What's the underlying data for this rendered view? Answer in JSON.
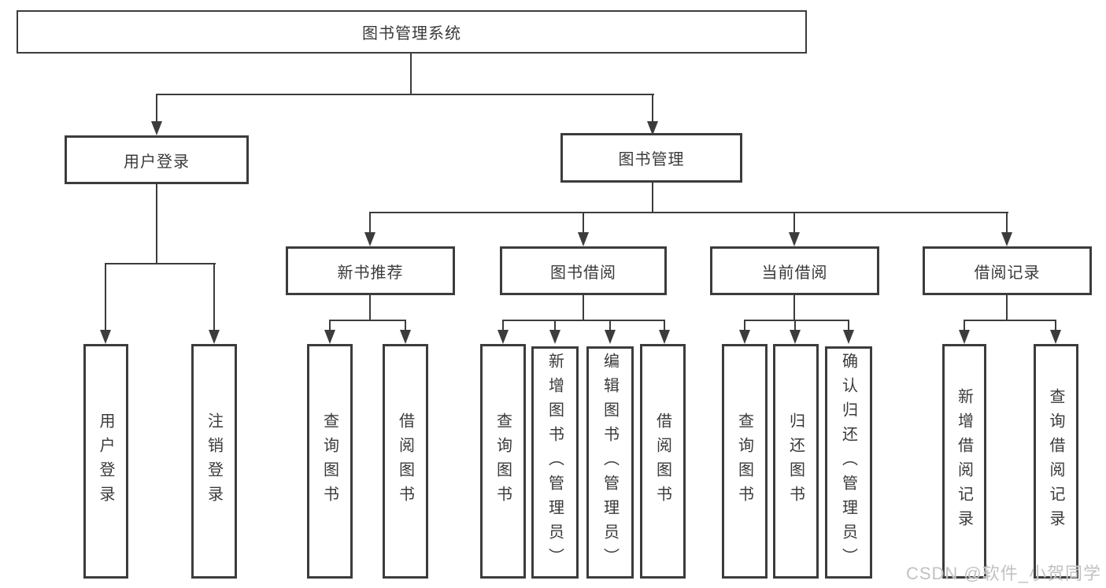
{
  "diagram_type": "functional-structure-tree",
  "tree": {
    "root": {
      "label": "图书管理系统"
    },
    "branches": [
      {
        "label": "用户登录",
        "children": [
          {
            "label": "用户登录"
          },
          {
            "label": "注销登录"
          }
        ]
      },
      {
        "label": "图书管理",
        "children": [
          {
            "label": "新书推荐",
            "children": [
              {
                "label": "查询图书"
              },
              {
                "label": "借阅图书"
              }
            ]
          },
          {
            "label": "图书借阅",
            "children": [
              {
                "label": "查询图书"
              },
              {
                "label": "新增图书（管理员）"
              },
              {
                "label": "编辑图书（管理员）"
              },
              {
                "label": "借阅图书"
              }
            ]
          },
          {
            "label": "当前借阅",
            "children": [
              {
                "label": "查询图书"
              },
              {
                "label": "归还图书"
              },
              {
                "label": "确认归还（管理员）"
              }
            ]
          },
          {
            "label": "借阅记录",
            "children": [
              {
                "label": "新增借阅记录"
              },
              {
                "label": "查询借阅记录"
              }
            ]
          }
        ]
      }
    ]
  },
  "watermark": {
    "text": "CSDN @软件_小贺同学"
  },
  "colors": {
    "line": "#3c3c3c",
    "text": "#3a3a3a",
    "background": "#ffffff",
    "watermark": "#c2c2c2"
  }
}
